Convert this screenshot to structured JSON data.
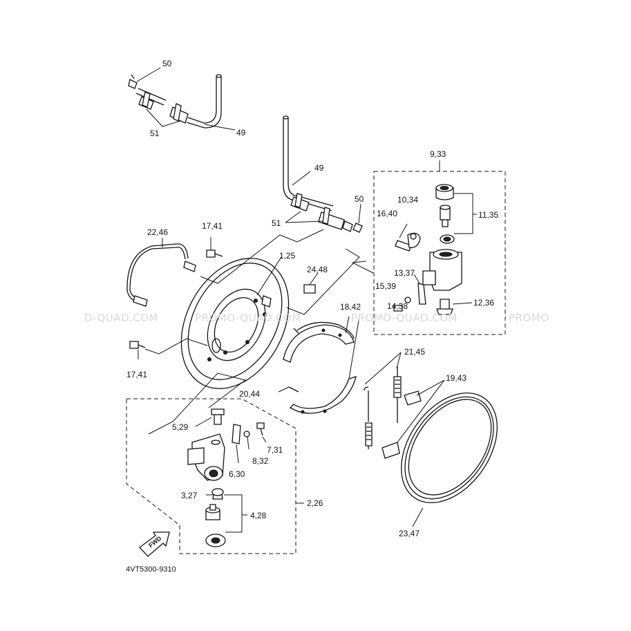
{
  "diagram_code": "4VT5300-9310",
  "watermarks": [
    "D-QUAD.COM",
    "PROMO-QUAD.COM",
    "PROMO-QUAD.COM",
    "PROMO"
  ],
  "fwd_label": "FWD",
  "callouts": {
    "c50_top": "50",
    "c51_top": "51",
    "c49_top": "49",
    "c49_mid": "49",
    "c50_mid": "50",
    "c51_mid": "51",
    "c9_33": "9,33",
    "c10_34": "10,34",
    "c16_40": "16,40",
    "c11_35": "11,35",
    "c13_37": "13,37",
    "c15_39": "15,39",
    "c12_36": "12,36",
    "c14_38": "14,38",
    "c22_46": "22,46",
    "c17_41_top": "17,41",
    "c1_25": "1,25",
    "c24_48": "24,48",
    "c18_42": "18,42",
    "c21_45": "21,45",
    "c19_43": "19,43",
    "c17_41_bot": "17,41",
    "c20_44": "20,44",
    "c5_29": "5,29",
    "c7_31": "7,31",
    "c8_32": "8,32",
    "c6_30": "6,30",
    "c3_27": "3,27",
    "c4_28": "4,28",
    "c2_26": "2,26",
    "c23_47": "23,47"
  }
}
